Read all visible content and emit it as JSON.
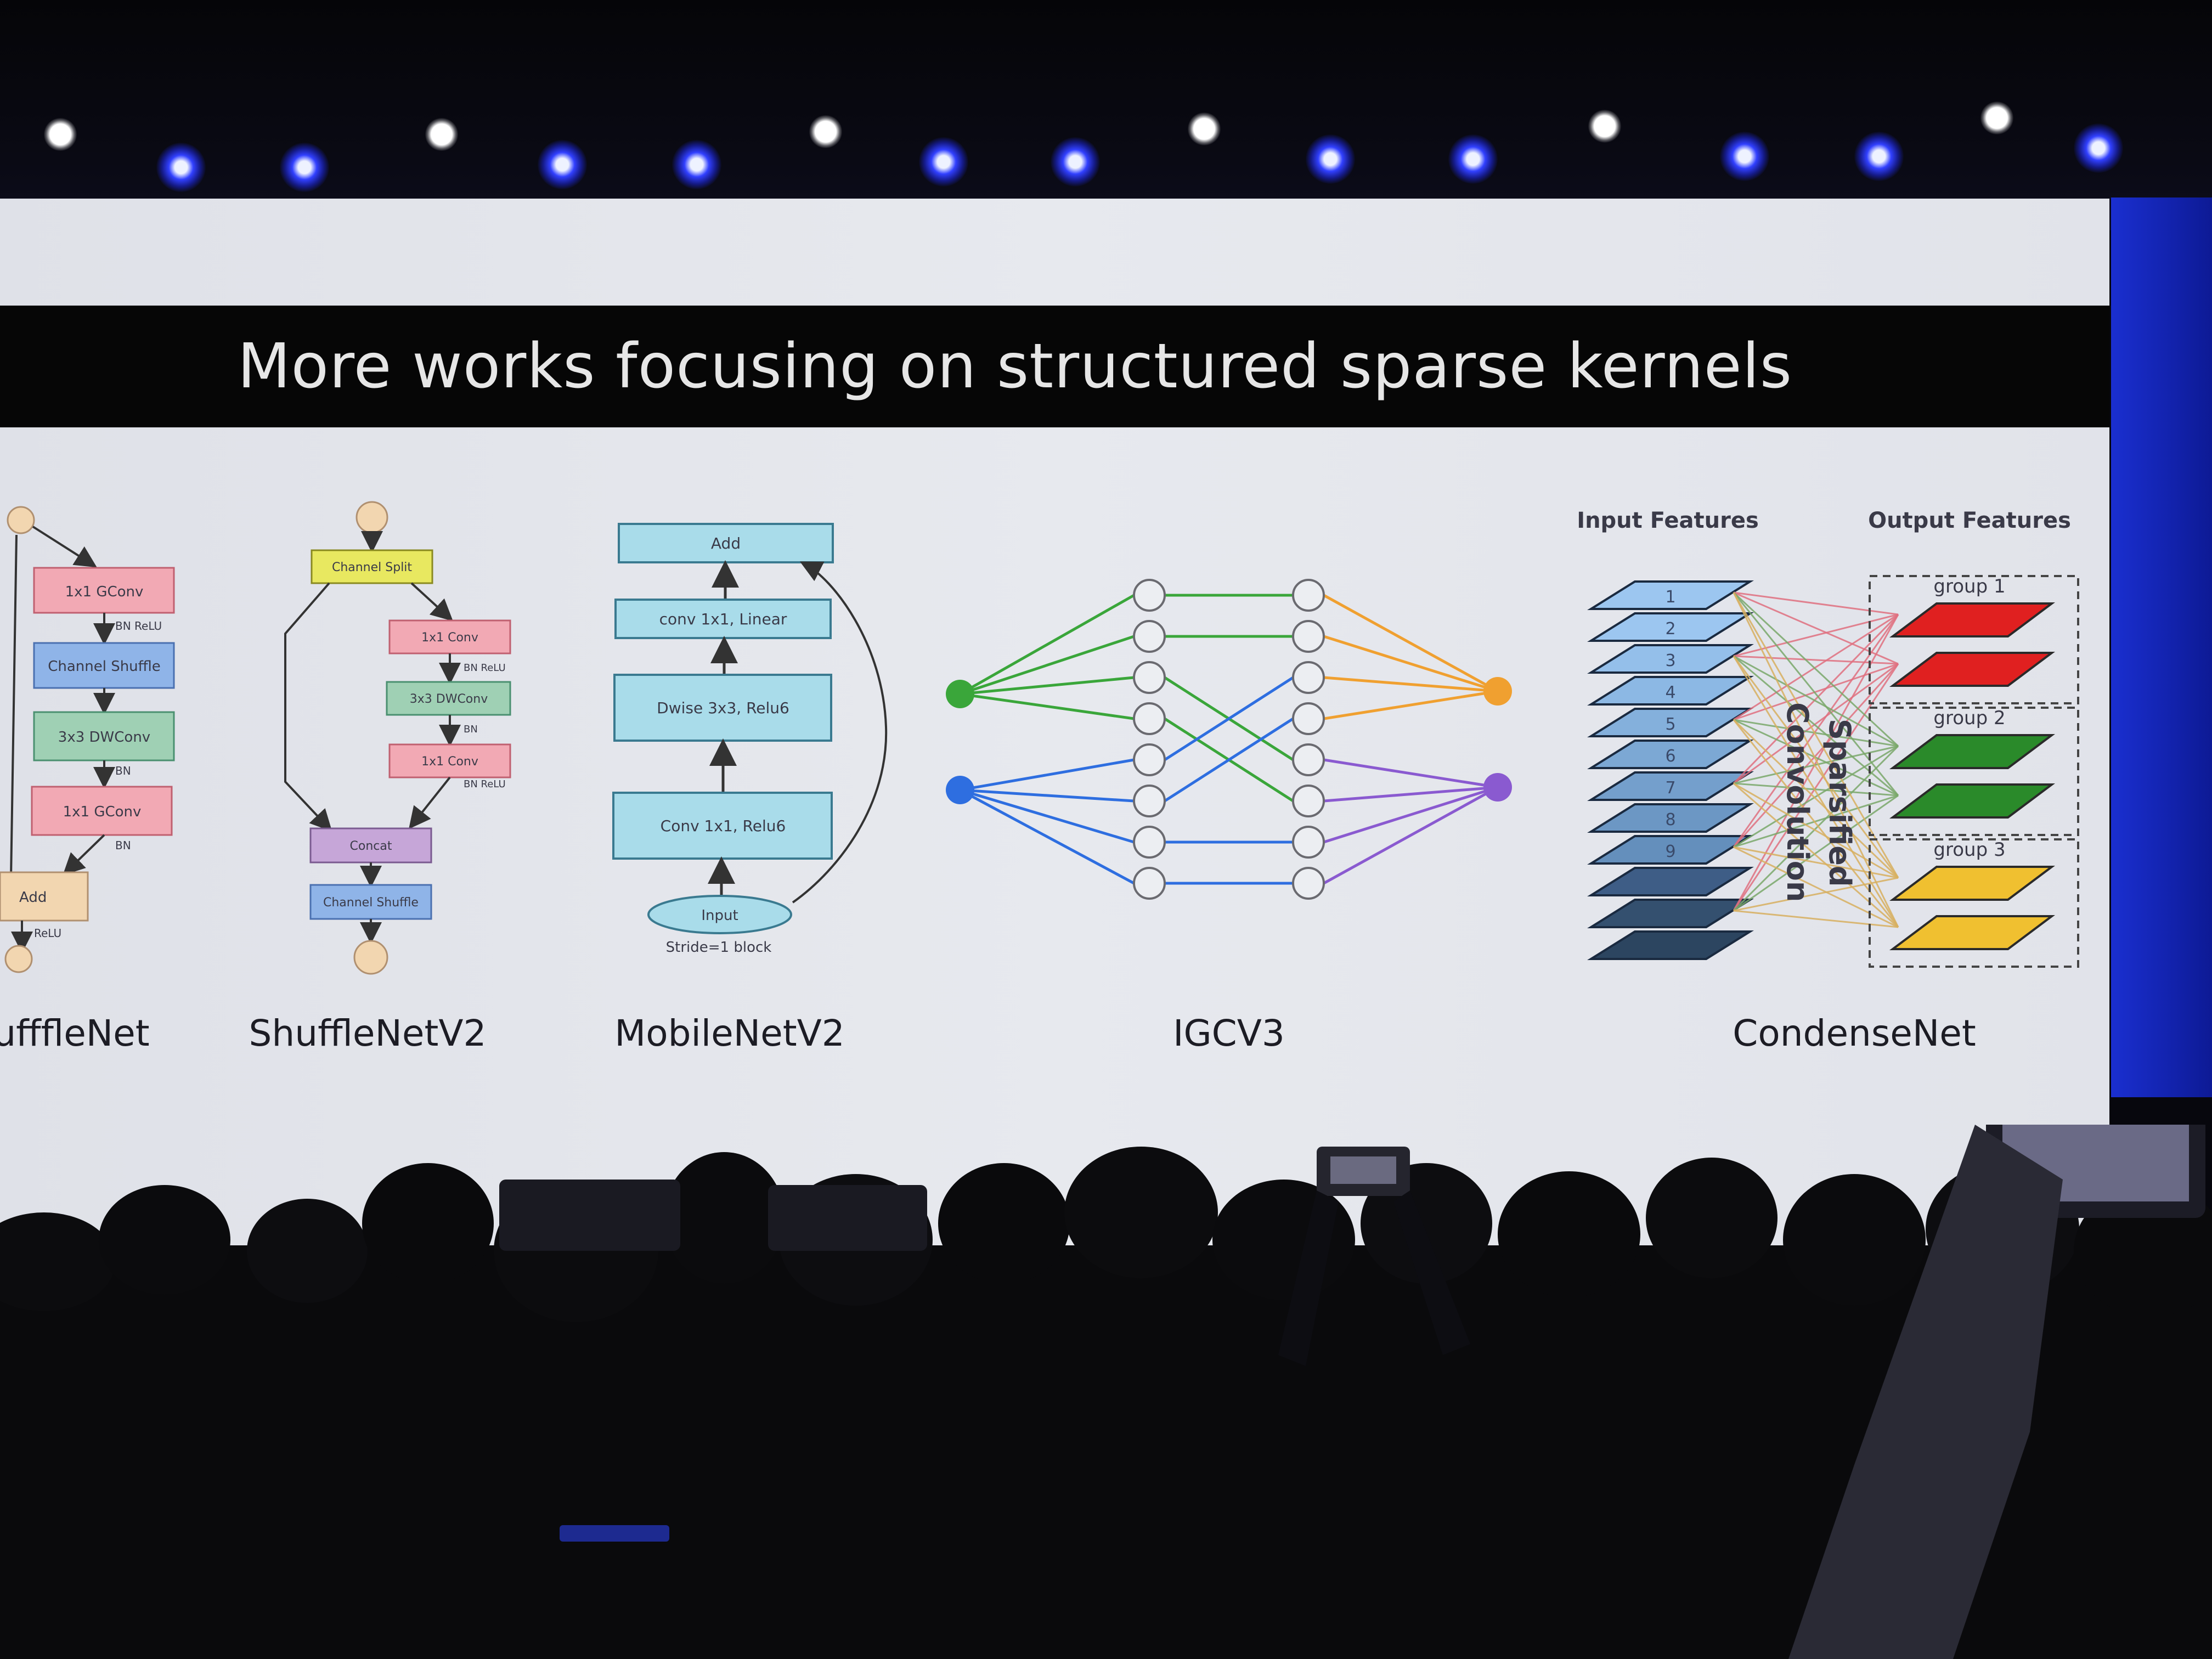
{
  "slide": {
    "title": "More works focusing on structured sparse kernels",
    "captions": {
      "shufflenet": "ufffleNet",
      "shufflenetv2": "ShuffleNetV2",
      "mobilenetv2": "MobileNetV2",
      "igcv3": "IGCV3",
      "condensenet": "CondenseNet"
    }
  },
  "shufflenet": {
    "gconv1": "1x1 GConv",
    "bn_relu": "BN ReLU",
    "shuffle": "Channel Shuffle",
    "dwconv": "3x3 DWConv",
    "bn1": "BN",
    "gconv2": "1x1 GConv",
    "bn2": "BN",
    "add": "Add",
    "relu": "ReLU"
  },
  "shufflenetv2": {
    "split": "Channel Split",
    "conv1": "1x1 Conv",
    "bn_relu1": "BN ReLU",
    "dwconv": "3x3 DWConv",
    "bn": "BN",
    "conv2": "1x1 Conv",
    "bn_relu2": "BN ReLU",
    "concat": "Concat",
    "shuffle": "Channel Shuffle"
  },
  "mobilenetv2": {
    "add": "Add",
    "conv_linear": "conv 1x1, Linear",
    "dwise": "Dwise 3x3, Relu6",
    "conv_relu": "Conv 1x1, Relu6",
    "input": "Input",
    "stride": "Stride=1 block"
  },
  "condensenet": {
    "input_title": "Input Features",
    "output_title": "Output Features",
    "layer_numbers": [
      "1",
      "2",
      "3",
      "4",
      "5",
      "6",
      "7",
      "8",
      "9"
    ],
    "sparsified": "Sparsified",
    "convolution": "Convolution",
    "group1": "group 1",
    "group2": "group 2",
    "group3": "group 3"
  },
  "colors": {
    "screen": "#e4e6ec",
    "title_bar": "#060606",
    "stage_blue": "#1a2fd0",
    "igcv3_green": "#3aa63a",
    "igcv3_blue": "#2e6ee0",
    "igcv3_orange": "#f0a030",
    "igcv3_purple": "#8a5ad0",
    "group1_red": "#e02020",
    "group2_green": "#2a8a2a",
    "group3_yellow": "#f0c030"
  }
}
